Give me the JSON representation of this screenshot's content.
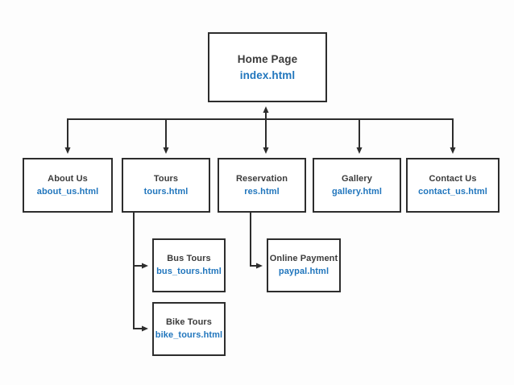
{
  "diagram": {
    "type": "sitemap-flowchart",
    "nodes": {
      "home": {
        "title": "Home Page",
        "file": "index.html"
      },
      "about": {
        "title": "About Us",
        "file": "about_us.html"
      },
      "tours": {
        "title": "Tours",
        "file": "tours.html"
      },
      "reservation": {
        "title": "Reservation",
        "file": "res.html"
      },
      "gallery": {
        "title": "Gallery",
        "file": "gallery.html"
      },
      "contact": {
        "title": "Contact Us",
        "file": "contact_us.html"
      },
      "bus_tours": {
        "title": "Bus Tours",
        "file": "bus_tours.html"
      },
      "bike_tours": {
        "title": "Bike Tours",
        "file": "bike_tours.html"
      },
      "payment": {
        "title": "Online Payment",
        "file": "paypal.html"
      }
    },
    "edges": [
      {
        "from": "home",
        "to": "about",
        "direction": "down"
      },
      {
        "from": "home",
        "to": "tours",
        "direction": "down"
      },
      {
        "from": "home",
        "to": "reservation",
        "direction": "both"
      },
      {
        "from": "home",
        "to": "gallery",
        "direction": "down"
      },
      {
        "from": "home",
        "to": "contact",
        "direction": "down"
      },
      {
        "from": "tours",
        "to": "bus_tours",
        "direction": "right"
      },
      {
        "from": "tours",
        "to": "bike_tours",
        "direction": "right"
      },
      {
        "from": "reservation",
        "to": "payment",
        "direction": "right"
      }
    ],
    "colors": {
      "box_border": "#2d2d2d",
      "connector": "#2d2d2d",
      "title_text": "#3b3b3b",
      "filename_text": "#2176bd",
      "background": "#ffffff"
    }
  }
}
